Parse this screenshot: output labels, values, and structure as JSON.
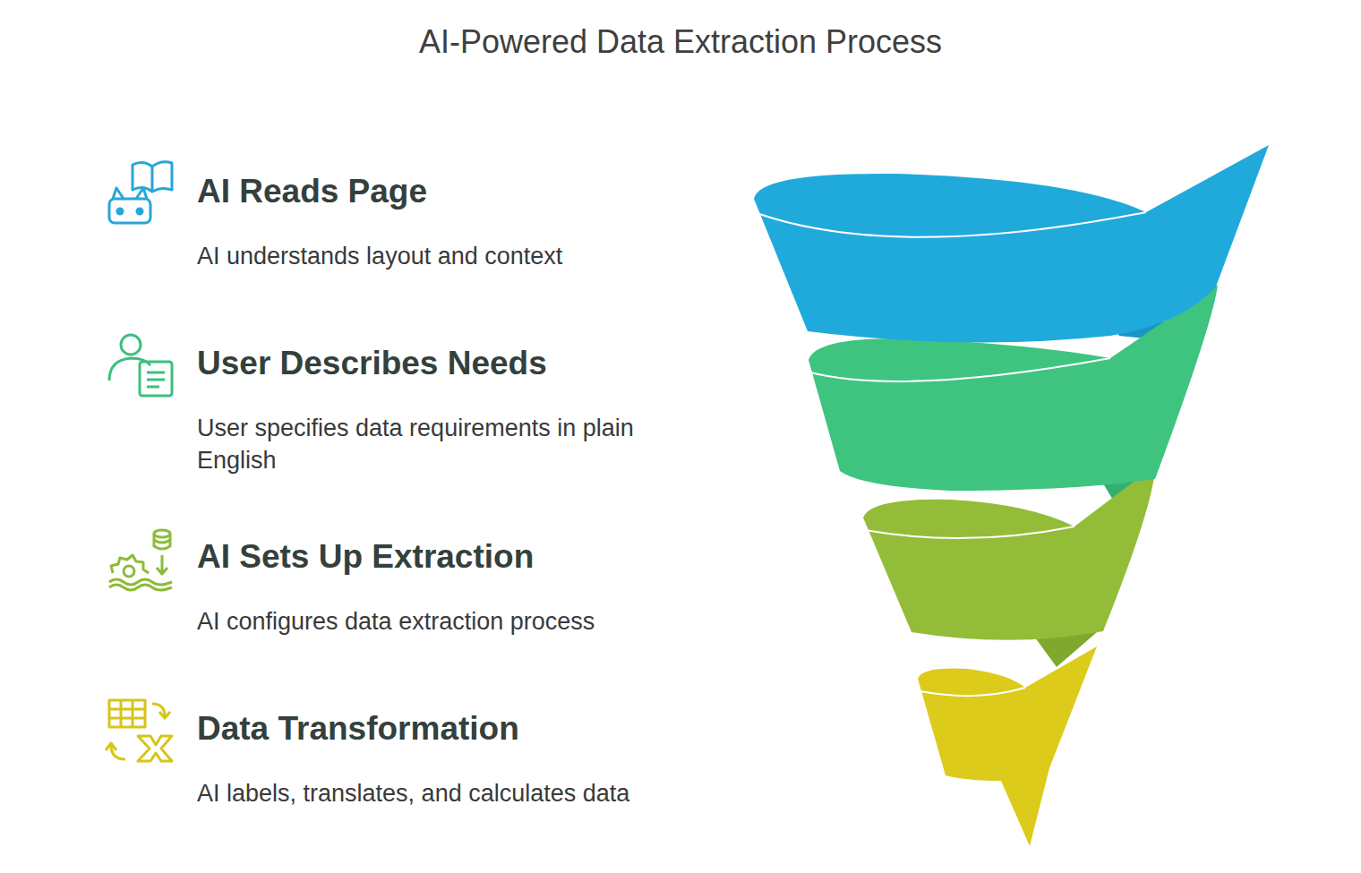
{
  "diagram": {
    "title": "AI-Powered Data Extraction Process",
    "nodes": [
      {
        "text": [
          "AI Reads Page",
          "AI understands layout and context"
        ]
      },
      {
        "text": [
          "User Describes Needs",
          "User specifies data requirements in plain English"
        ]
      },
      {
        "text": [
          "AI Sets Up Extraction",
          "AI configures data extraction process"
        ]
      },
      {
        "text": [
          "Data Transformation",
          "AI labels, translates, and calculates data"
        ]
      }
    ]
  }
}
